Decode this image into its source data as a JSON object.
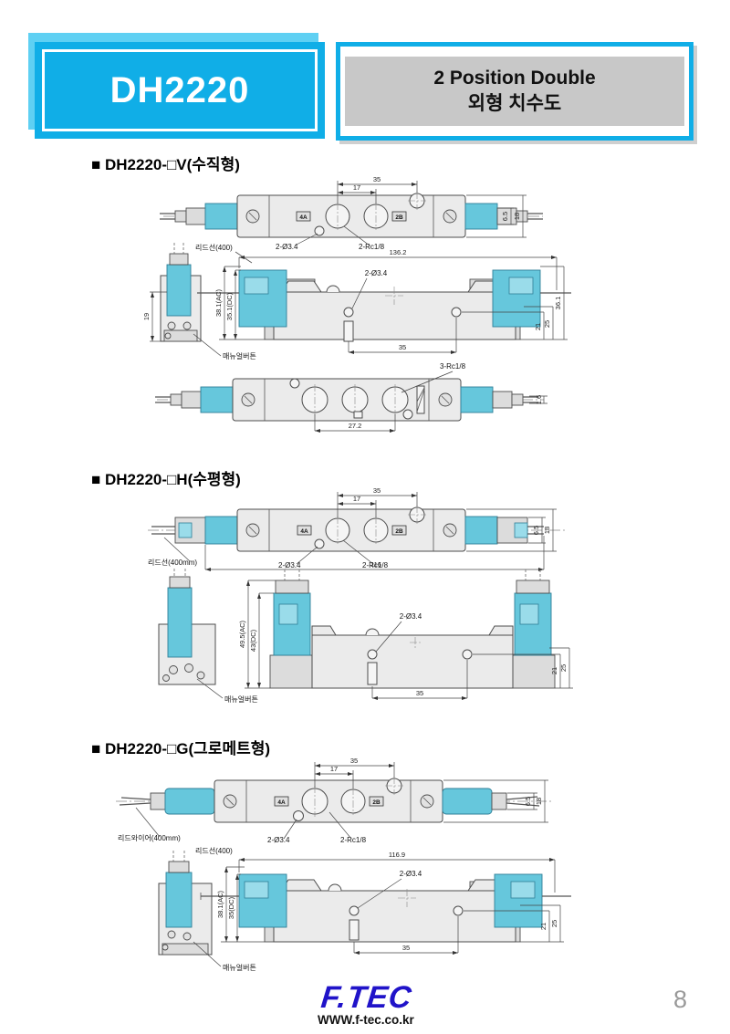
{
  "header": {
    "model": "DH2220",
    "subtitle_line1": "2 Position Double",
    "subtitle_line2": "외형 치수도"
  },
  "sections": {
    "v": {
      "heading": "■ DH2220-□V(수직형)",
      "top": {
        "dim35": "35",
        "dim17": "17",
        "hole_label": "2-Ø3.4",
        "port_label": "2-Rc1/8",
        "port_a": "4A",
        "port_b": "2B",
        "side_inner": "6.5",
        "side_outer": "18"
      },
      "front": {
        "lead_label": "리드선(400)",
        "overall": "136.2",
        "hole_label": "2-Ø3.4",
        "height_ac": "38.1(AC)",
        "height_dc": "35.1(DC)",
        "side_height": "19",
        "dim21": "21",
        "dim25": "25",
        "dim361": "36.1",
        "bottom35": "35",
        "manual_label": "매뉴얼버튼"
      },
      "bottom": {
        "ports_label": "3-Rc1/8",
        "dim16": "1.6",
        "span": "27.2"
      }
    },
    "h": {
      "heading": "■ DH2220-□H(수평형)",
      "top": {
        "dim35": "35",
        "dim17": "17",
        "hole_label": "2-Ø3.4",
        "port_label": "2-Rc1/8",
        "port_a": "4A",
        "port_b": "2B",
        "lead_label": "리드선(400mm)",
        "overall": "116",
        "side_inner": "6.5",
        "side_outer": "18"
      },
      "front": {
        "height_ac": "49.5(AC)",
        "height_dc": "43(DC)",
        "hole_label": "2-Ø3.4",
        "dim21": "21",
        "dim25": "25",
        "bottom35": "35",
        "manual_label": "매뉴얼버튼"
      }
    },
    "g": {
      "heading": "■ DH2220-□G(그로메트형)",
      "top": {
        "dim35": "35",
        "dim17": "17",
        "hole_label": "2-Ø3.4",
        "port_label": "2-Rc1/8",
        "port_a": "4A",
        "port_b": "2B",
        "lead_label": "리드와이어(400mm)",
        "side_inner": "6.5",
        "side_outer": "18"
      },
      "front": {
        "lead_label": "리드선(400)",
        "overall": "116.9",
        "height_ac": "38.1(AC)",
        "height_dc": "35(DC)",
        "hole_label": "2-Ø3.4",
        "dim21": "21",
        "dim25": "25",
        "bottom35": "35",
        "manual_label": "매뉴얼버튼"
      }
    }
  },
  "footer": {
    "logo": "F.TEC",
    "url": "WWW.f-tec.co.kr",
    "page_number": "8"
  },
  "colors": {
    "accent_cyan": "#10aee7",
    "solenoid_cyan": "#66c7dc",
    "band_gray": "#c8c8c8"
  }
}
